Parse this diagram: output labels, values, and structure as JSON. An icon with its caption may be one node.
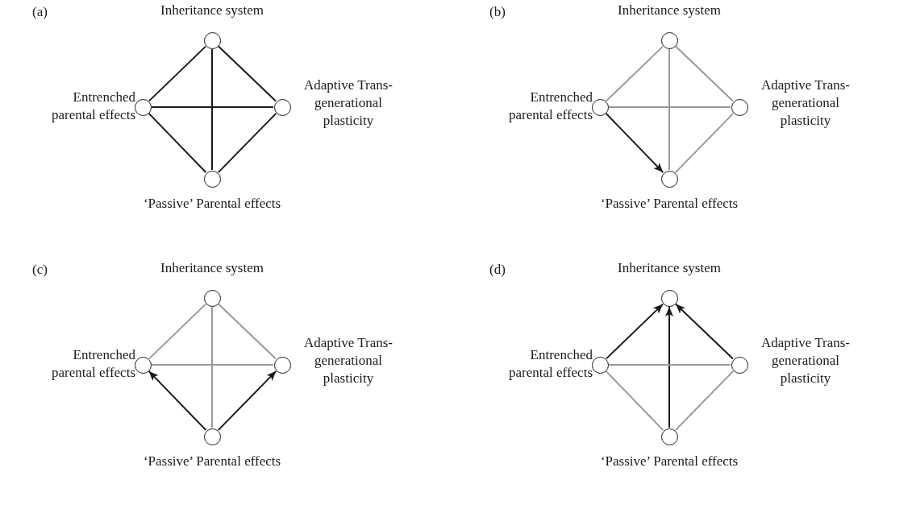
{
  "diagram": {
    "nodes": [
      {
        "text": [],
        "shape": "circle",
        "beside": [
          "Inheritance system"
        ]
      },
      {
        "text": [],
        "shape": "circle",
        "beside": [
          "Entrenched parental effects"
        ]
      },
      {
        "text": [],
        "shape": "circle",
        "beside": [
          "Adaptive Trans-generational plasticity"
        ]
      },
      {
        "text": [],
        "shape": "circle",
        "beside": [
          "‘Passive’ Parental effects"
        ]
      },
      {
        "text": [],
        "shape": "circle",
        "beside": [
          "Inheritance system"
        ]
      },
      {
        "text": [],
        "shape": "circle",
        "beside": [
          "Entrenched parental effects"
        ]
      },
      {
        "text": [],
        "shape": "circle",
        "beside": [
          "Adaptive Trans-generational plasticity"
        ]
      },
      {
        "text": [],
        "shape": "circle",
        "beside": [
          "‘Passive’ Parental effects"
        ]
      },
      {
        "text": [],
        "shape": "circle",
        "beside": [
          "Inheritance system"
        ]
      },
      {
        "text": [],
        "shape": "circle",
        "beside": [
          "Entrenched parental effects"
        ]
      },
      {
        "text": [],
        "shape": "circle",
        "beside": [
          "Adaptive Trans-generational plasticity"
        ]
      },
      {
        "text": [],
        "shape": "circle",
        "beside": [
          "‘Passive’ Parental effects"
        ]
      },
      {
        "text": [],
        "shape": "circle",
        "beside": [
          "Inheritance system"
        ]
      },
      {
        "text": [],
        "shape": "circle",
        "beside": [
          "Entrenched parental effects"
        ]
      },
      {
        "text": [],
        "shape": "circle",
        "beside": [
          "Adaptive Trans-generational plasticity"
        ]
      },
      {
        "text": [],
        "shape": "circle",
        "beside": [
          "‘Passive’ Parental effects"
        ]
      }
    ],
    "edges": [
      {
        "from": 0,
        "to": 1,
        "arrow": "none"
      },
      {
        "from": 0,
        "to": 2,
        "arrow": "none"
      },
      {
        "from": 1,
        "to": 3,
        "arrow": "none"
      },
      {
        "from": 2,
        "to": 3,
        "arrow": "none"
      },
      {
        "from": 0,
        "to": 3,
        "arrow": "none"
      },
      {
        "from": 1,
        "to": 2,
        "arrow": "none"
      },
      {
        "from": 4,
        "to": 5,
        "arrow": "none",
        "color": "#999999"
      },
      {
        "from": 4,
        "to": 6,
        "arrow": "none",
        "color": "#999999"
      },
      {
        "from": 5,
        "to": 7,
        "arrow": "to"
      },
      {
        "from": 6,
        "to": 7,
        "arrow": "none",
        "color": "#999999"
      },
      {
        "from": 4,
        "to": 7,
        "arrow": "none",
        "color": "#999999"
      },
      {
        "from": 5,
        "to": 6,
        "arrow": "none",
        "color": "#999999"
      },
      {
        "from": 8,
        "to": 9,
        "arrow": "none",
        "color": "#999999"
      },
      {
        "from": 8,
        "to": 10,
        "arrow": "none",
        "color": "#999999"
      },
      {
        "from": 11,
        "to": 9,
        "arrow": "to"
      },
      {
        "from": 11,
        "to": 10,
        "arrow": "to"
      },
      {
        "from": 8,
        "to": 11,
        "arrow": "none",
        "color": "#999999"
      },
      {
        "from": 9,
        "to": 10,
        "arrow": "none",
        "color": "#999999"
      },
      {
        "from": 13,
        "to": 12,
        "arrow": "to"
      },
      {
        "from": 14,
        "to": 12,
        "arrow": "to"
      },
      {
        "from": 13,
        "to": 15,
        "arrow": "none",
        "color": "#999999"
      },
      {
        "from": 14,
        "to": 15,
        "arrow": "none",
        "color": "#999999"
      },
      {
        "from": 15,
        "to": 12,
        "arrow": "to"
      },
      {
        "from": 13,
        "to": 14,
        "arrow": "none",
        "color": "#999999"
      }
    ],
    "labels": [
      "(a)",
      "(b)",
      "(c)",
      "(d)"
    ]
  }
}
